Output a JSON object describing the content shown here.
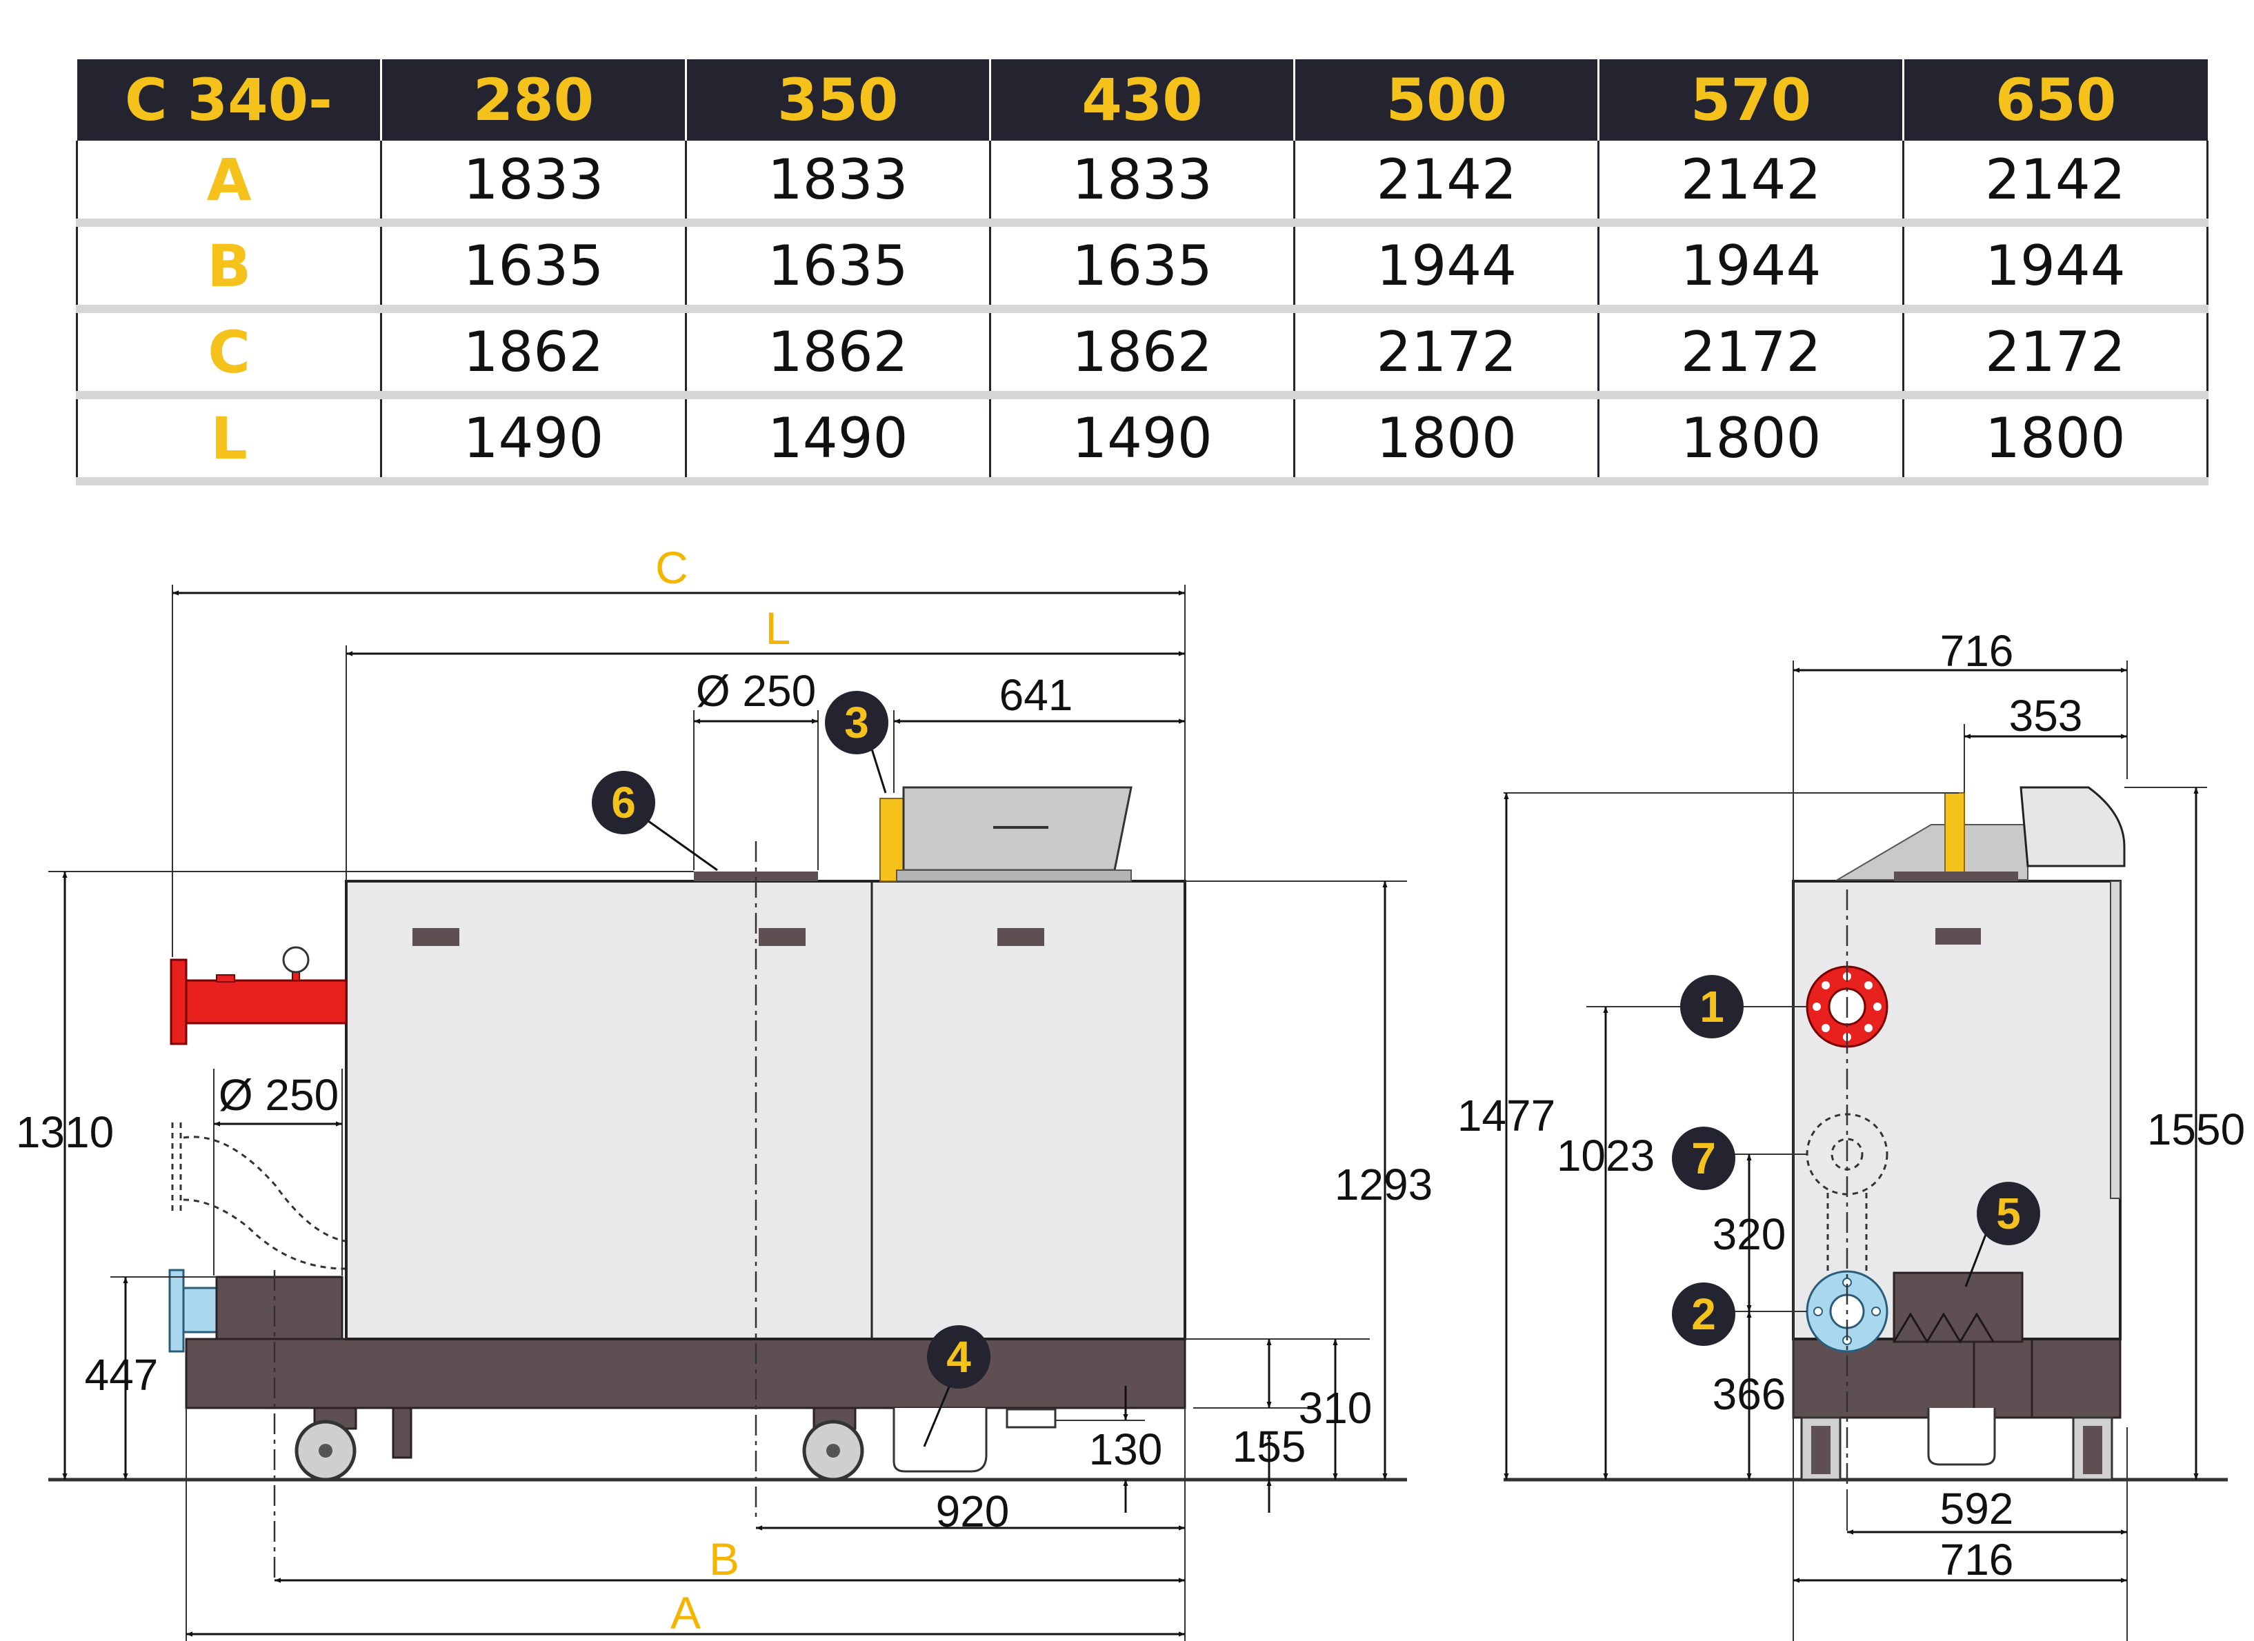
{
  "table": {
    "header": [
      "C 340-",
      "280",
      "350",
      "430",
      "500",
      "570",
      "650"
    ],
    "rows": [
      {
        "label": "A",
        "values": [
          "1833",
          "1833",
          "1833",
          "2142",
          "2142",
          "2142"
        ]
      },
      {
        "label": "B",
        "values": [
          "1635",
          "1635",
          "1635",
          "1944",
          "1944",
          "1944"
        ]
      },
      {
        "label": "C",
        "values": [
          "1862",
          "1862",
          "1862",
          "2172",
          "2172",
          "2172"
        ]
      },
      {
        "label": "L",
        "values": [
          "1490",
          "1490",
          "1490",
          "1800",
          "1800",
          "1800"
        ]
      }
    ]
  },
  "side_view": {
    "dim_C": "C",
    "dim_L": "L",
    "dim_flue_top": "Ø 250",
    "dim_641": "641",
    "dim_1310": "1310",
    "dim_flue_side": "Ø 250",
    "dim_447": "447",
    "dim_1293": "1293",
    "dim_310": "310",
    "dim_130": "130",
    "dim_155": "155",
    "dim_920": "920",
    "dim_B": "B",
    "dim_A": "A"
  },
  "front_view": {
    "dim_716_top": "716",
    "dim_353": "353",
    "dim_1477": "1477",
    "dim_1023": "1023",
    "dim_1550": "1550",
    "dim_320": "320",
    "dim_366": "366",
    "dim_592": "592",
    "dim_716_bottom": "716"
  },
  "markers": {
    "m1": "1",
    "m2": "2",
    "m3": "3",
    "m4": "4",
    "m5": "5",
    "m6": "6",
    "m7": "7"
  },
  "colors": {
    "table_header": "#23242f",
    "accent_yellow": "#f4c21b",
    "body_grey": "#e9e9eb",
    "base_brown": "#5e5052",
    "flow_red": "#e8211f",
    "return_blue": "#a9d7ee"
  }
}
